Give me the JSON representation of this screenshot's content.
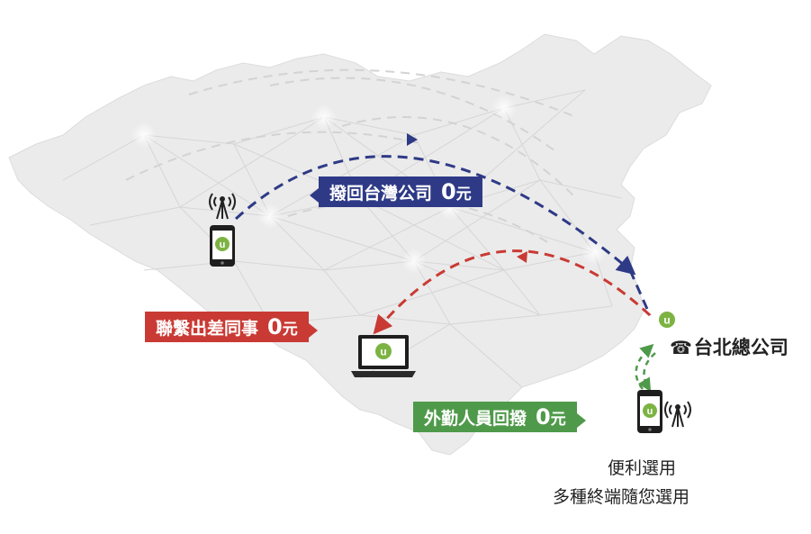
{
  "callouts": {
    "blue": {
      "text": "撥回台灣公司",
      "zero": "0",
      "unit": "元",
      "color": "#2e3a86"
    },
    "red": {
      "text": "聯繫出差同事",
      "zero": "0",
      "unit": "元",
      "color": "#c93a34"
    },
    "green": {
      "text": "外勤人員回撥",
      "zero": "0",
      "unit": "元",
      "color": "#4f9a4a"
    }
  },
  "hq": {
    "icon": "phone-icon",
    "label": "台北總公司"
  },
  "notes": {
    "line1": "便利選用",
    "line2": "多種終端隨您選用"
  },
  "brand": {
    "badge_letter": "u",
    "badge_color": "#7cb342"
  },
  "icons": [
    "cell-tower-icon",
    "smartphone-icon",
    "laptop-icon",
    "u-badge-icon"
  ],
  "colors": {
    "map": "#ececec",
    "map_lines": "#d4d4d4",
    "arrow_blue": "#2e3a86",
    "arrow_red": "#c93a34",
    "arrow_green": "#4f9a4a"
  }
}
